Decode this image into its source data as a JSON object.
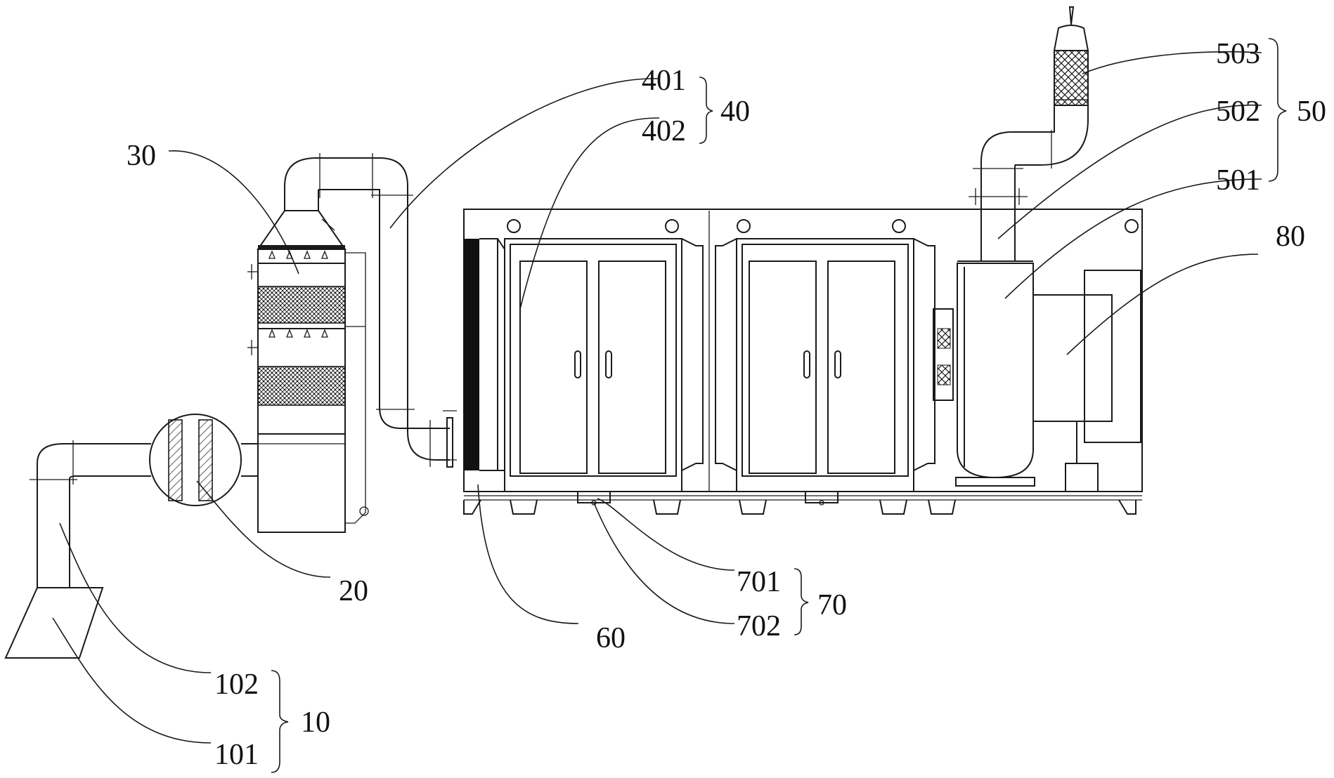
{
  "colors": {
    "stroke": "#1a1a1a",
    "background": "#ffffff",
    "filter_dark": "#111111"
  },
  "labels": {
    "l10": "10",
    "l101": "101",
    "l102": "102",
    "l20": "20",
    "l30": "30",
    "l40": "40",
    "l401": "401",
    "l402": "402",
    "l50": "50",
    "l501": "501",
    "l502": "502",
    "l503": "503",
    "l60": "60",
    "l70": "70",
    "l701": "701",
    "l702": "702",
    "l80": "80"
  }
}
